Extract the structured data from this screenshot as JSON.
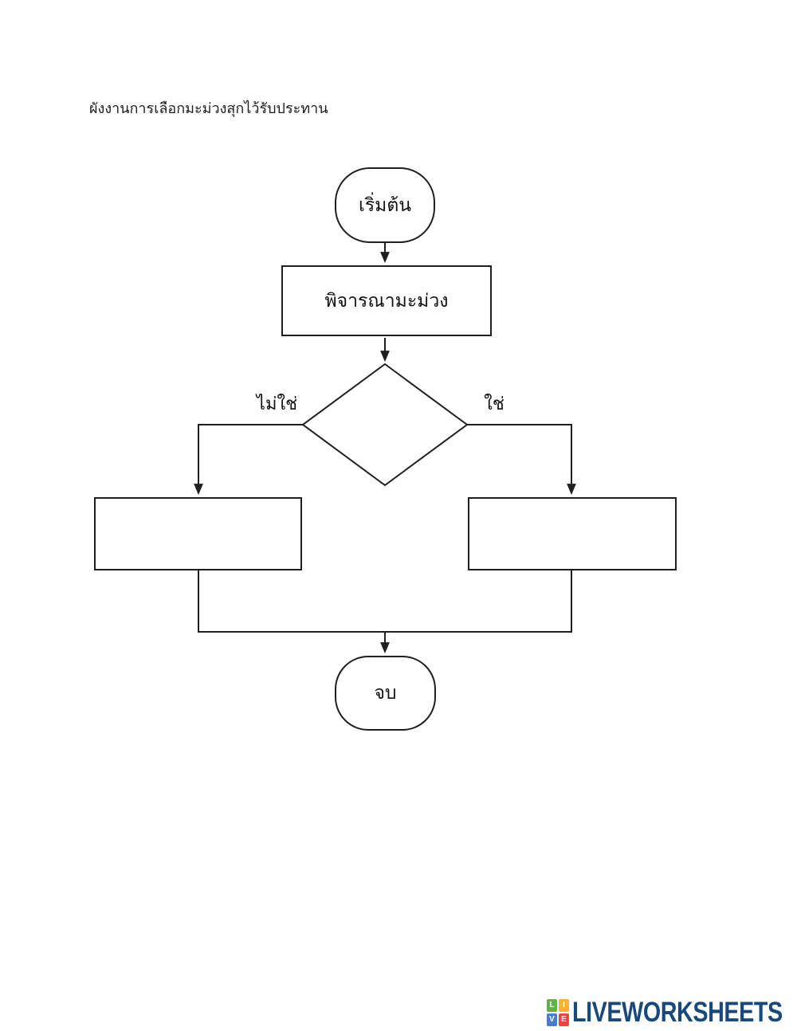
{
  "title": "ผังงานการเลือกมะม่วงสุกไว้รับประทาน",
  "flowchart": {
    "start_label": "เริ่มต้น",
    "process_label": "พิจารณามะม่วง",
    "decision_label": "",
    "branch_no_label": "ไม่ใช่",
    "branch_yes_label": "ใช่",
    "left_box_value": "",
    "right_box_value": "",
    "end_label": "จบ",
    "line_color": "#1f1f1f"
  },
  "footer": {
    "logo_squares": [
      {
        "letter": "L",
        "color": "#65b045"
      },
      {
        "letter": "I",
        "color": "#f9b233"
      },
      {
        "letter": "V",
        "color": "#4a7ccc"
      },
      {
        "letter": "E",
        "color": "#e8473f"
      }
    ],
    "wordmark": "LIVEWORKSHEETS",
    "wordmark_color": "#17497d"
  }
}
